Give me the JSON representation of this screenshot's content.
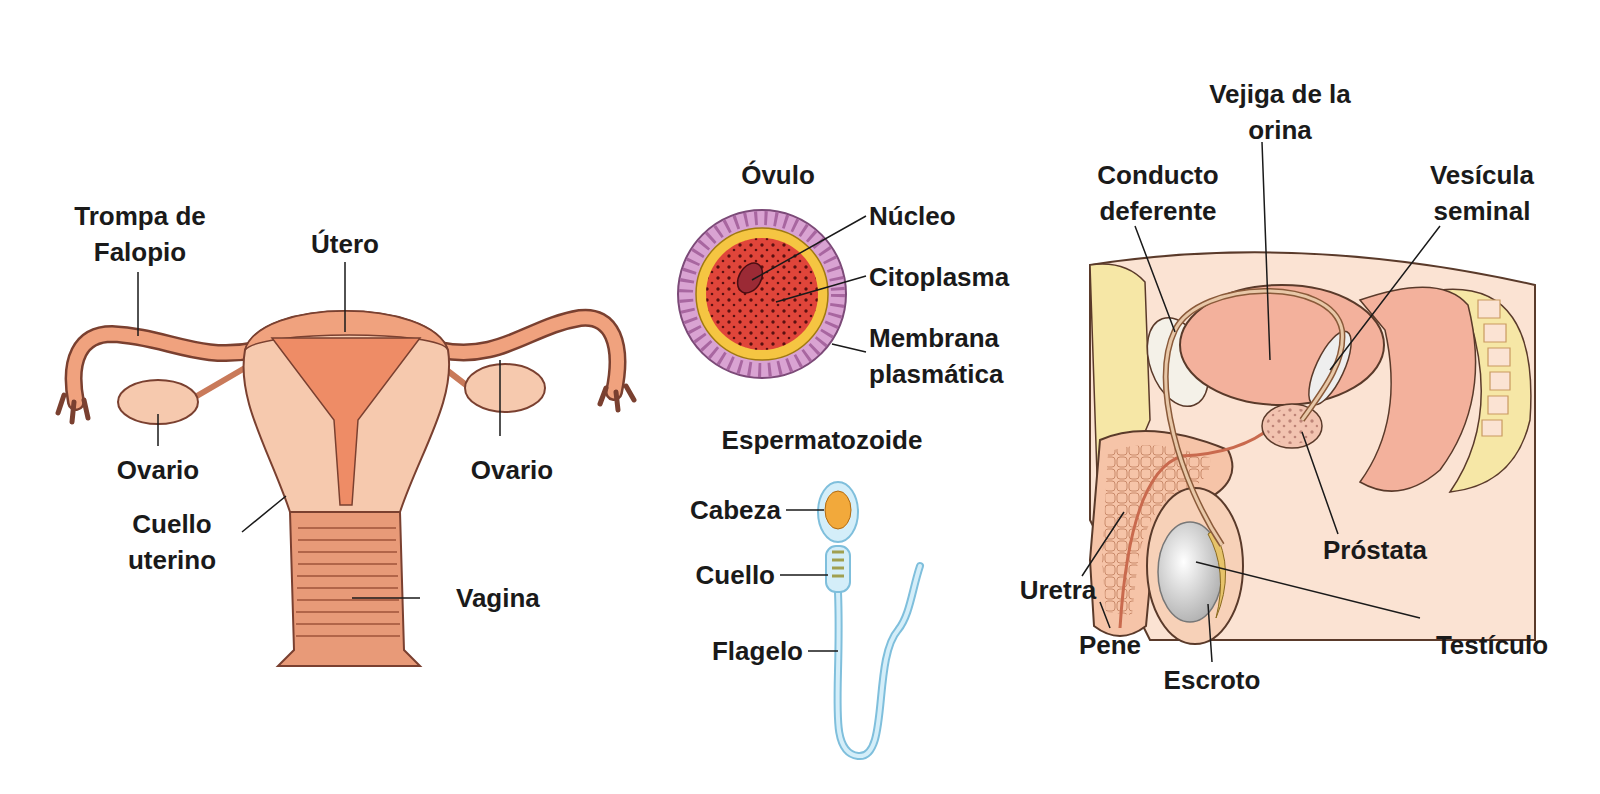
{
  "diagram": {
    "labels": [
      "Trompa de Falopio",
      "Útero",
      "Ovario",
      "Ovario",
      "Cuello uterino",
      "Vagina",
      "Óvulo",
      "Núcleo",
      "Citoplasma",
      "Membrana plasmática",
      "Espermatozoide",
      "Cabeza",
      "Cuello",
      "Flagelo",
      "Vejiga de la orina",
      "Conducto deferente",
      "Vesícula seminal",
      "Próstata",
      "Uretra",
      "Pene",
      "Escroto",
      "Testículo"
    ]
  }
}
